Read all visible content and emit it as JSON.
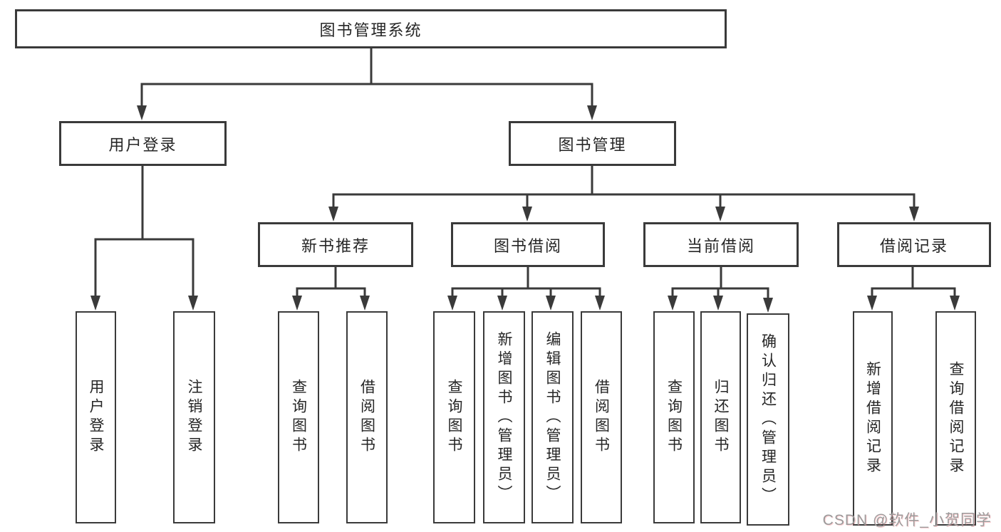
{
  "nodes": {
    "root": "图书管理系统",
    "user_login": "用户登录",
    "book_mgmt": "图书管理",
    "user_login_leaf": "用户登录",
    "logout_leaf": "注销登录",
    "new_book_rec": "新书推荐",
    "book_borrow": "图书借阅",
    "current_borrow": "当前借阅",
    "borrow_record": "借阅记录",
    "nb_query": "查询图书",
    "nb_borrow": "借阅图书",
    "bb_query": "查询图书",
    "bb_add": "新增图书（管理员）",
    "bb_edit": "编辑图书（管理员）",
    "bb_borrow": "借阅图书",
    "cb_query": "查询图书",
    "cb_return": "归还图书",
    "cb_confirm": "确认归还（管理员）",
    "br_add": "新增借阅记录",
    "br_query": "查询借阅记录"
  },
  "watermark": "CSDN @软件_小贺同学",
  "colors": {
    "background": "#ffffff",
    "line": "#3a3a3a",
    "text": "#262626",
    "watermark": "#9b9b9b",
    "watermark_accent": "#fa7882"
  }
}
